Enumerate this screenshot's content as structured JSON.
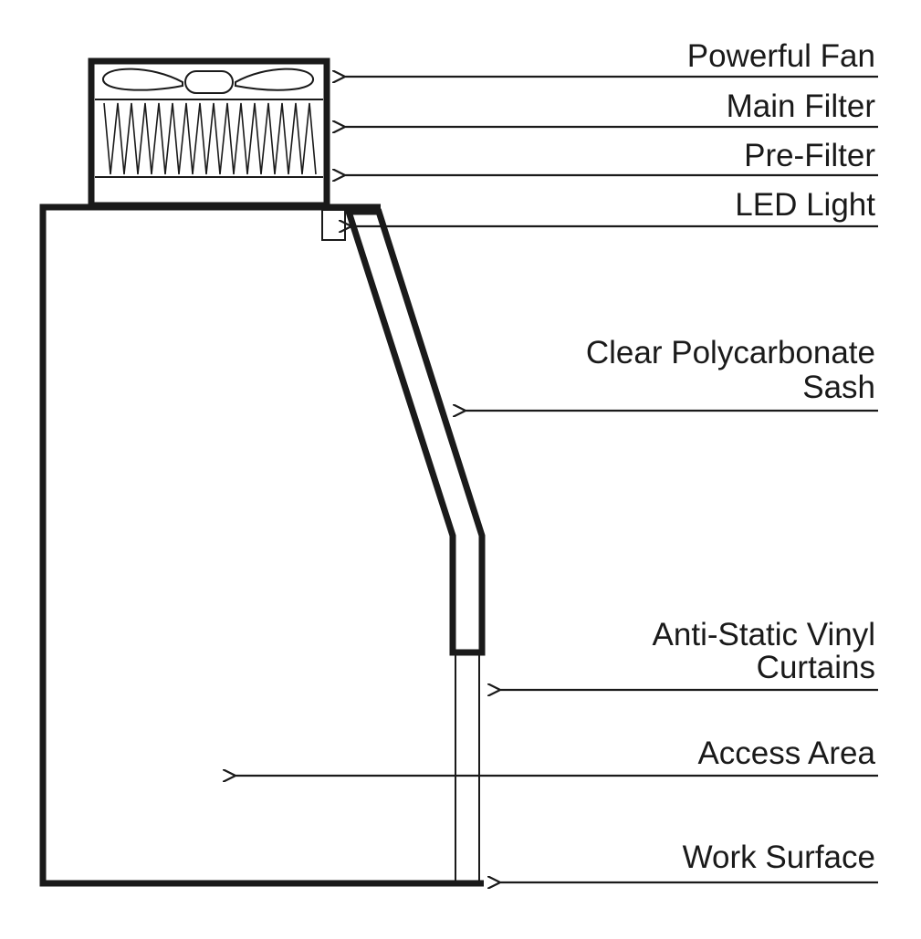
{
  "diagram": {
    "colors": {
      "ink": "#1a1a1a",
      "background": "#ffffff"
    },
    "labels": {
      "powerful_fan": "Powerful Fan",
      "main_filter": "Main Filter",
      "pre_filter": "Pre-Filter",
      "led_light": "LED Light",
      "sash_line1": "Clear Polycarbonate",
      "sash_line2": "Sash",
      "curtains_line1": "Anti-Static Vinyl",
      "curtains_line2": "Curtains",
      "access_area": "Access Area",
      "work_surface": "Work Surface"
    }
  }
}
